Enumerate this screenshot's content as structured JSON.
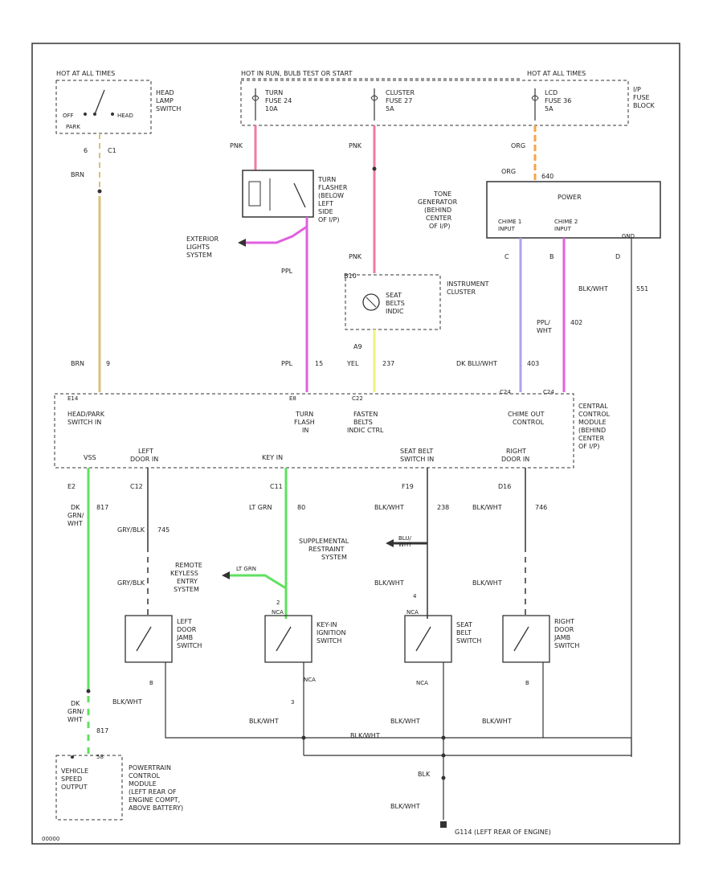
{
  "colors": {
    "line": "#333333",
    "pink": "#f07aa0",
    "tan": "#d8c278",
    "orange": "#f4a54a",
    "magenta": "#e060e0",
    "yellow": "#f0f080",
    "violet": "#b0a0f0",
    "green": "#60e060",
    "gray": "#888888"
  },
  "labels": {
    "hot_park": "HOT AT ALL TIMES",
    "head_switch_off": "OFF",
    "head_switch_park": "PARK",
    "head_switch_head": "HEAD",
    "headlamp_switch": "HEAD LAMP SWITCH",
    "c1_num": "6",
    "c1_name": "C1",
    "brn_top": "BRN",
    "brn_bottom": "BRN",
    "brn_ckt": "9",
    "hot_run": "HOT IN RUN, BULB TEST OR START",
    "turn_fuse": "TURN FUSE 24 10A",
    "cluster_fuse": "CLUSTER FUSE 27 5A",
    "lcd_fuse": "LCD FUSE 36 5A",
    "hot_lcd": "HOT AT ALL TIMES",
    "ip_fuse_block": "I/P FUSE BLOCK",
    "pnk1": "PNK",
    "pnk2": "PNK",
    "org1": "ORG",
    "org2": "ORG",
    "org_ckt": "640",
    "turn_flasher": "TURN FLASHER (BELOW LEFT SIDE OF I/P)",
    "tone_gen": "TONE GENERATOR (BEHIND CENTER OF I/P)",
    "power": "POWER",
    "chime1": "CHIME 1 INPUT",
    "chime2": "CHIME 2 INPUT",
    "gnd": "GND",
    "pin_c": "C",
    "pin_b": "B",
    "pin_d": "D",
    "ext_lights": "EXTERIOR LIGHTS SYSTEM",
    "ppl_top": "PPL",
    "ppl_bottom": "PPL",
    "ppl_ckt": "15",
    "pnk_inst": "PNK",
    "pin_b10": "B10",
    "seatbelt_indic": "SEAT BELTS INDIC",
    "instrument_cluster": "INSTRUMENT CLUSTER",
    "pin_a9": "A9",
    "yel": "YEL",
    "yel_ckt": "237",
    "blk_wht_right": "BLK/WHT",
    "ckt_551": "551",
    "ppl_wht": "PPL/ WHT",
    "ckt_402": "402",
    "dk_blu_wht": "DK BLU/WHT",
    "ckt_403": "403",
    "c24_1": "C24",
    "c24_2": "C24",
    "pin_e14": "E14",
    "pin_e8": "E8",
    "pin_c22": "C22",
    "headpark_in": "HEAD/PARK SWITCH IN",
    "turn_flash_in": "TURN FLASH IN",
    "fasten_belts": "FASTEN BELTS INDIC CTRL",
    "chime_out": "CHIME OUT CONTROL",
    "ccm": "CENTRAL CONTROL MODULE (BEHIND CENTER OF I/P)",
    "vss": "VSS",
    "left_door_in": "LEFT DOOR IN",
    "key_in": "KEY IN",
    "seat_belt_sw_in": "SEAT BELT SWITCH IN",
    "right_door_in": "RIGHT DOOR IN",
    "pin_e2": "E2",
    "pin_c12": "C12",
    "pin_c11": "C11",
    "pin_f19": "F19",
    "pin_d16": "D16",
    "dk_grn_wht_top": "DK GRN/ WHT",
    "ckt_817_top": "817",
    "gry_blk_1": "GRY/BLK",
    "ckt_745": "745",
    "gry_blk_2": "GRY/BLK",
    "lt_grn": "LT GRN",
    "ckt_80": "80",
    "blk_wht_sb": "BLK/WHT",
    "ckt_238": "238",
    "blk_wht_rd": "BLK/WHT",
    "ckt_746": "746",
    "supp_restraint": "SUPPLEMENTAL RESTRAINT SYSTEM",
    "blu_wht": "BLU/ WHT",
    "remote_keyless": "REMOTE KEYLESS ENTRY SYSTEM",
    "lt_grn_rk": "LT GRN",
    "blk_wht_sb2": "BLK/WHT",
    "blk_wht_rd2": "BLK/WHT",
    "left_door_jamb": "LEFT DOOR JAMB SWITCH",
    "keyin_ign": "KEY-IN IGNITION SWITCH",
    "seat_belt_switch": "SEAT BELT SWITCH",
    "right_door_jamb": "RIGHT DOOR JAMB SWITCH",
    "pin_2": "2",
    "pin_4": "4",
    "nca_1": "NCA",
    "nca_2": "NCA",
    "nca_3": "NCA",
    "nca_4": "NCA",
    "pin_b_ld": "B",
    "pin_b_rd": "B",
    "pin_3": "3",
    "dk_grn_wht_bottom": "DK GRN/ WHT",
    "ckt_817_bottom": "817",
    "blk_wht_ld": "BLK/WHT",
    "blk_wht_ki": "BLK/WHT",
    "blk_wht_bus": "BLK/WHT",
    "blk_wht_rd3": "BLK/WHT",
    "blk": "BLK",
    "blk_wht_gnd": "BLK/WHT",
    "pcm_pin": "58",
    "pcm": "POWERTRAIN CONTROL MODULE (LEFT REAR OF ENGINE COMPT, ABOVE BATTERY)",
    "vso": "VEHICLE SPEED OUTPUT",
    "ground": "G114 (LEFT REAR OF ENGINE)",
    "corner": "00000"
  }
}
